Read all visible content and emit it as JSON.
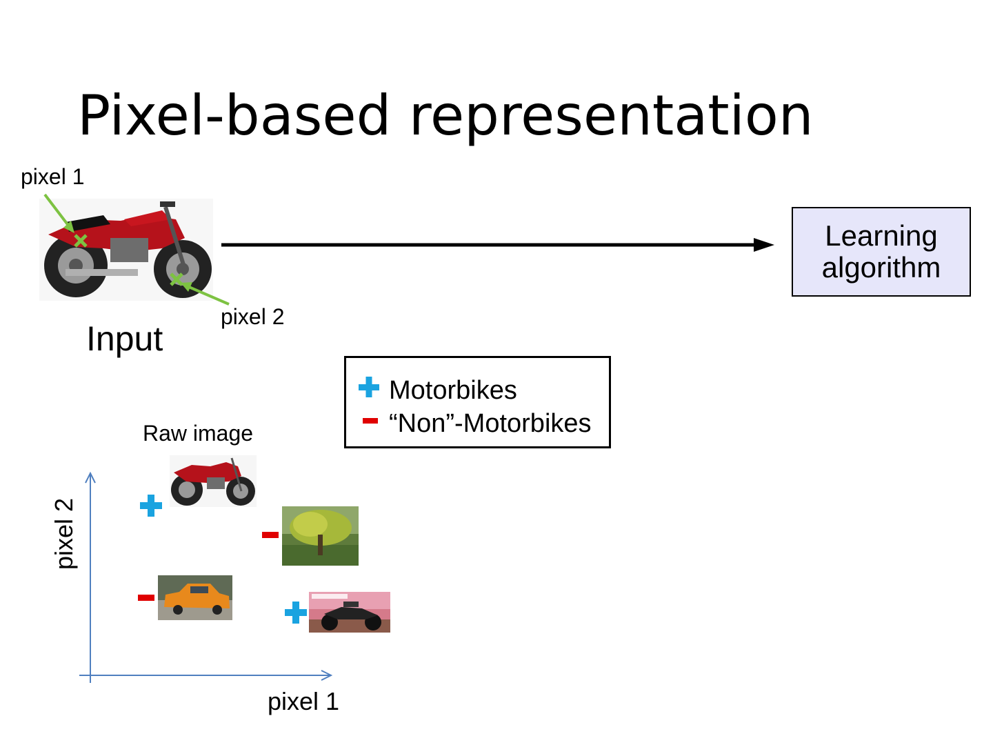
{
  "title": "Pixel-based representation",
  "labels": {
    "pixel1_top": "pixel 1",
    "pixel2_top": "pixel 2",
    "input": "Input",
    "raw_image": "Raw image",
    "axis_x": "pixel 1",
    "axis_y": "pixel 2"
  },
  "algorithm_box": {
    "line1": "Learning",
    "line2": "algorithm"
  },
  "legend": {
    "positive": "Motorbikes",
    "negative": "“Non”-Motorbikes"
  },
  "colors": {
    "plus": "#1aa3e0",
    "minus": "#e00000",
    "pointer": "#7dc242",
    "axis": "#4f7fbf",
    "box_fill": "#e6e6fa"
  },
  "icons": [
    "plus-icon",
    "minus-icon",
    "motorbike-image",
    "tree-image",
    "car-image",
    "motorbike-poster-image"
  ]
}
